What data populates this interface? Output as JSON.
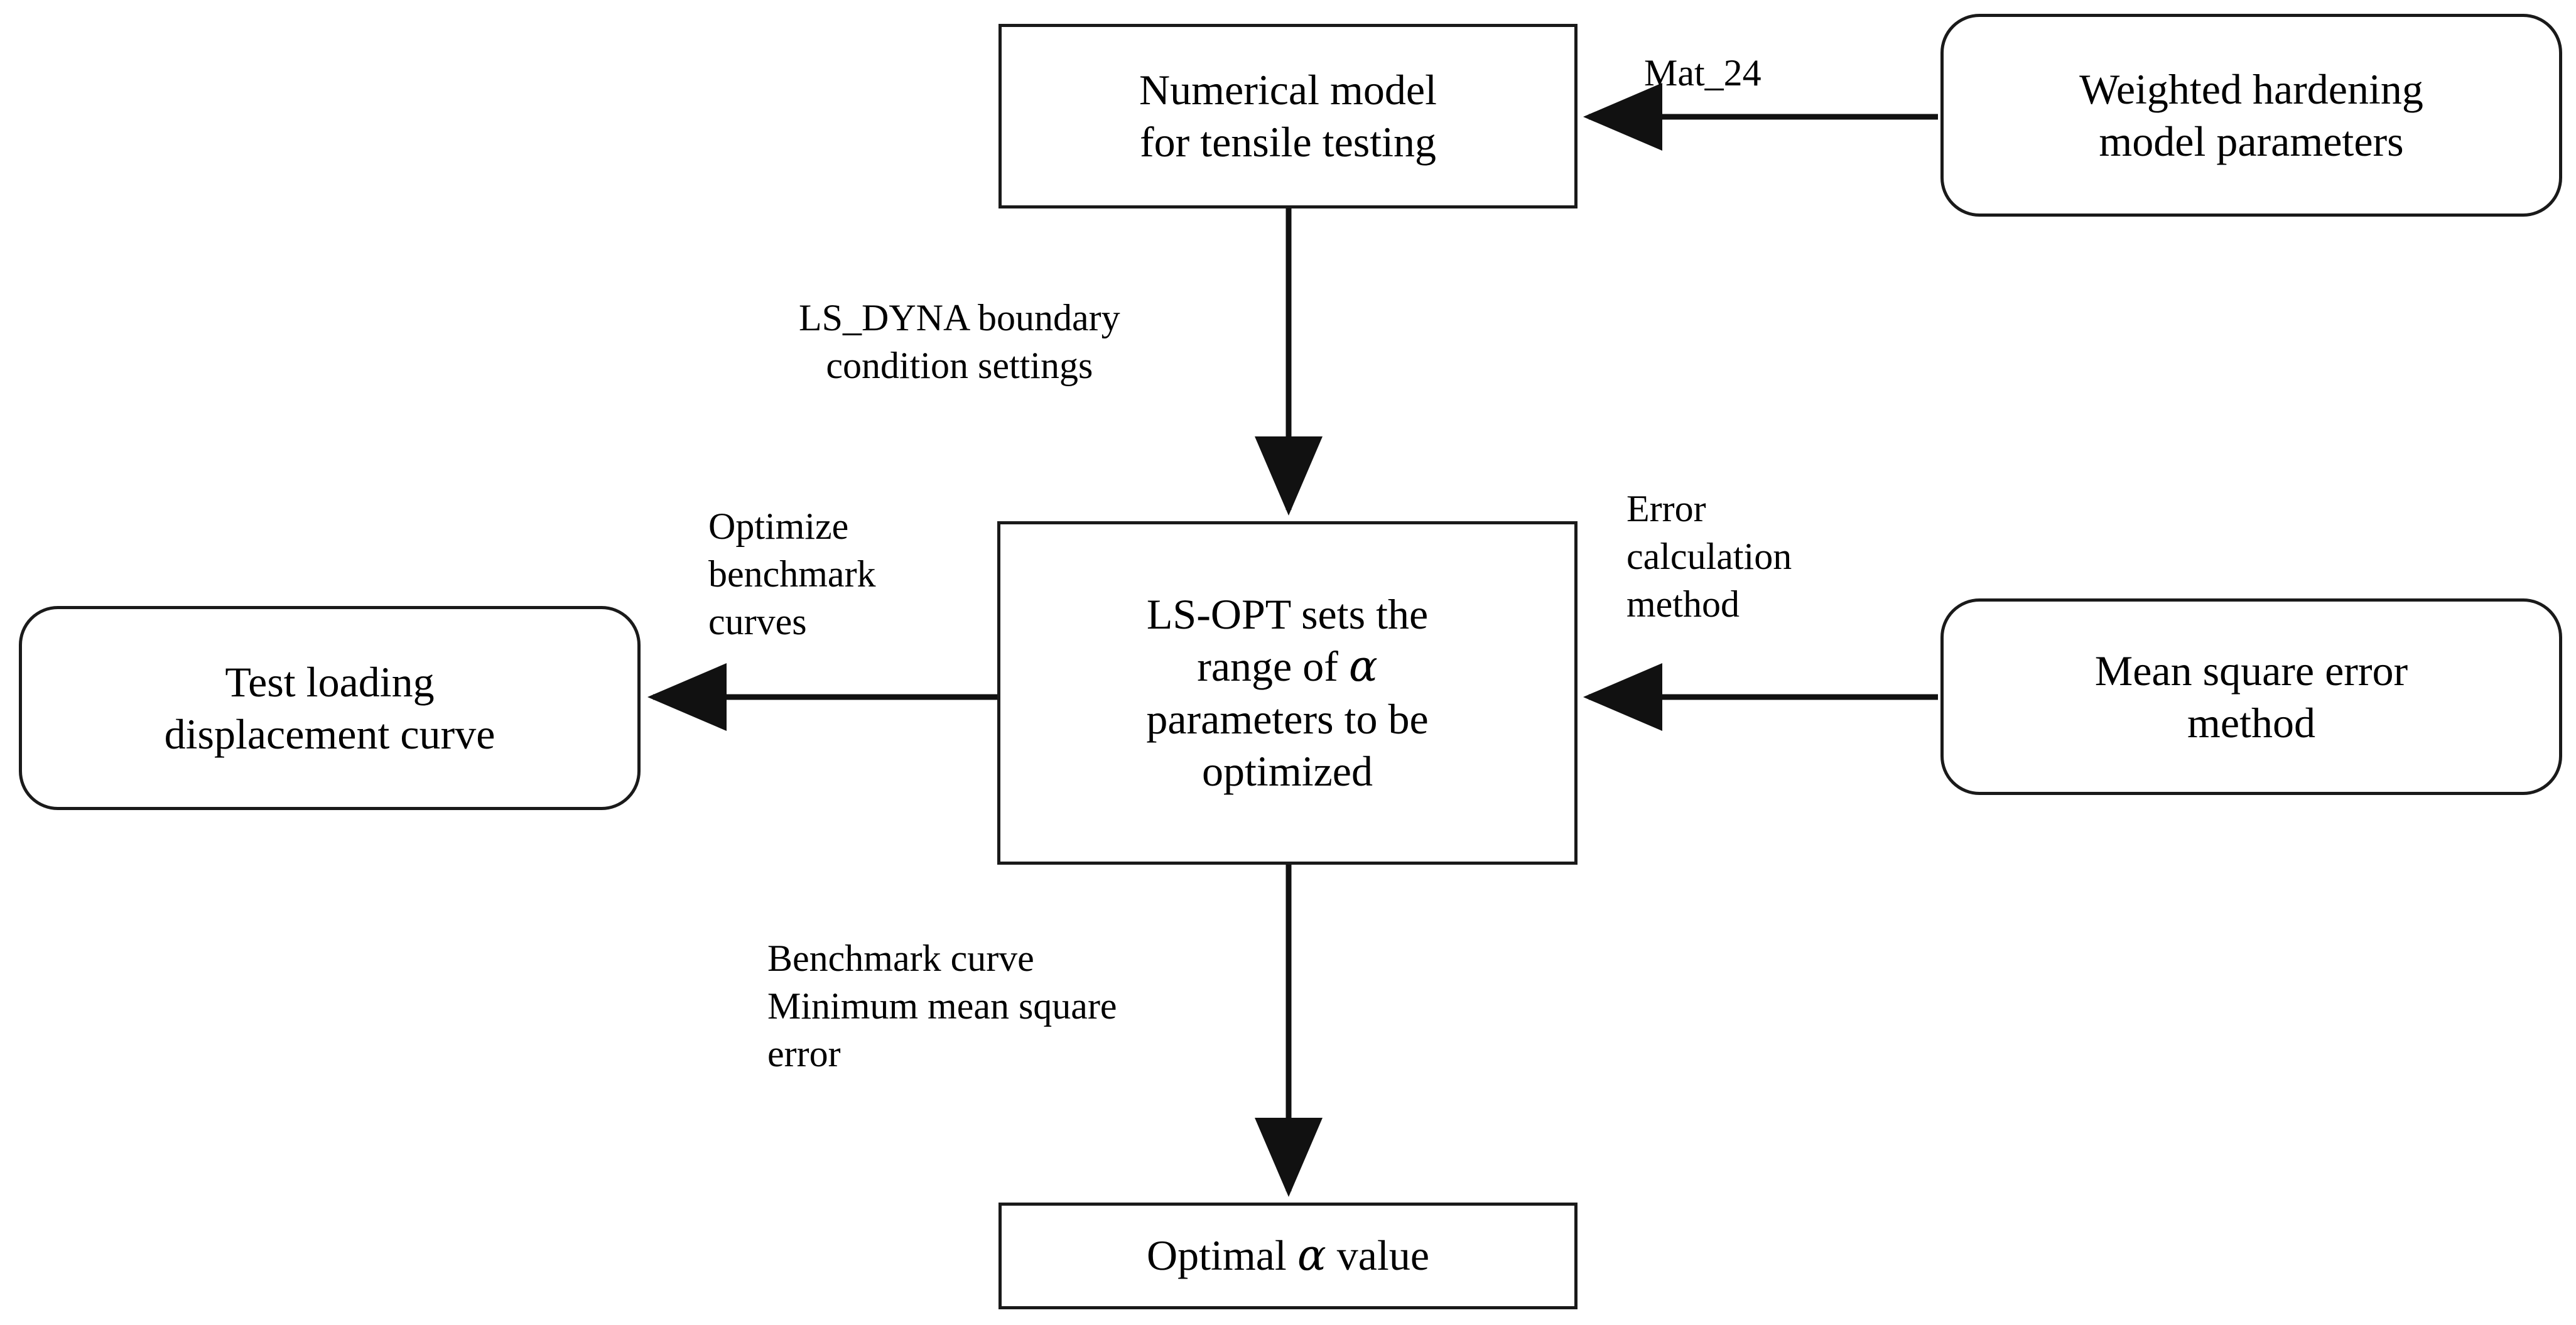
{
  "diagram": {
    "title": "Optimization workflow flowchart",
    "background_color": "#ffffff",
    "line_color": "#1a1a1a",
    "text_color": "#000000"
  },
  "nodes": {
    "numerical_model": {
      "label": "Numerical model\nfor tensile testing",
      "shape": "rectangle"
    },
    "weighted_hardening": {
      "label": "Weighted hardening\nmodel parameters",
      "shape": "rounded-rectangle"
    },
    "ls_opt": {
      "label_line1": "LS-OPT sets the",
      "label_line2_pre": "range of ",
      "label_alpha": "α",
      "label_line3": "parameters to be",
      "label_line4": "optimized"
    },
    "test_curve": {
      "label": "Test loading\ndisplacement curve",
      "shape": "rounded-rectangle"
    },
    "mse_method": {
      "label": "Mean square error\nmethod",
      "shape": "rounded-rectangle"
    },
    "optimal_alpha": {
      "label_pre": "Optimal ",
      "label_alpha": "α",
      "label_post": " value",
      "shape": "rectangle"
    }
  },
  "edge_labels": {
    "mat24": "Mat_24",
    "lsdyna_boundary": "LS_DYNA boundary\ncondition settings",
    "optimize_benchmark": "Optimize\nbenchmark\ncurves",
    "error_calculation": "Error\ncalculation\nmethod",
    "benchmark_minimum": "Benchmark curve\nMinimum mean square\nerror"
  }
}
